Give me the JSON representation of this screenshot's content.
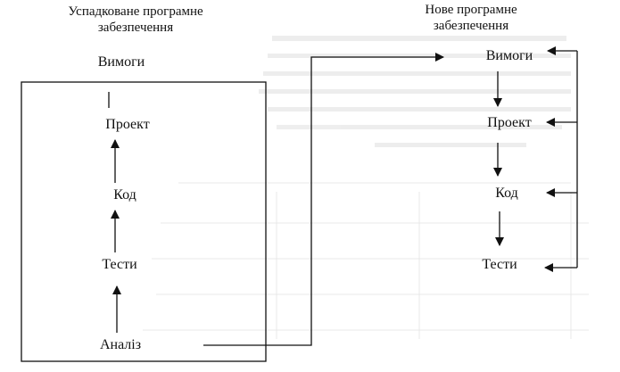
{
  "legacy": {
    "title_line1": "Успадковане програмне",
    "title_line2": "забезпечення",
    "steps": {
      "requirements": "Вимоги",
      "design": "Проект",
      "code": "Код",
      "tests": "Тести",
      "analysis": "Аналіз"
    }
  },
  "new": {
    "title_line1": "Нове програмне",
    "title_line2": "забезпечення",
    "steps": {
      "requirements": "Вимоги",
      "design": "Проект",
      "code": "Код",
      "tests": "Тести"
    }
  },
  "colors": {
    "ink": "#111111",
    "paper": "#ffffff",
    "bleed": "#d9d9d9"
  }
}
